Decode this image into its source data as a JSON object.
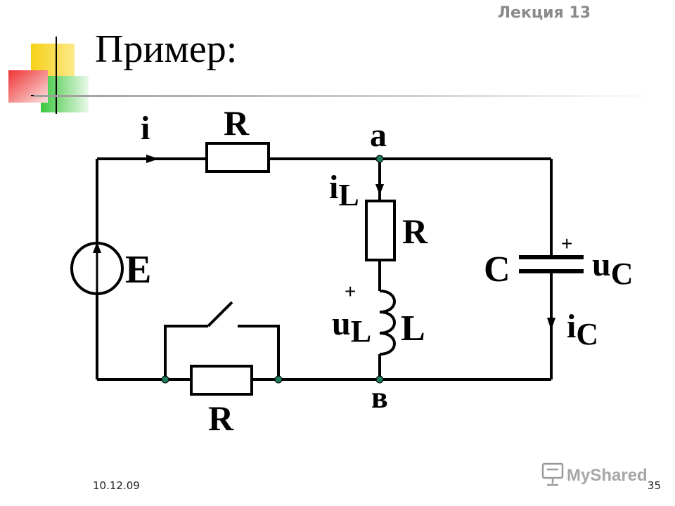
{
  "slide": {
    "header": "Лекция 13",
    "title": "Пример:",
    "date": "10.12.09",
    "page_number": "35",
    "watermark": "MyShared"
  },
  "diagram": {
    "current_i": "i",
    "resistor_top": "R",
    "node_a": "a",
    "current_iL_main": "i",
    "current_iL_sub": "L",
    "resistor_middle": "R",
    "inductor_plus": "+",
    "voltage_uL_main": "u",
    "voltage_uL_sub": "L",
    "inductor": "L",
    "capacitor": "C",
    "capacitor_plus": "+",
    "voltage_uC_main": "u",
    "voltage_uC_sub": "C",
    "current_iC_main": "i",
    "current_iC_sub": "C",
    "source": "E",
    "node_b": "в",
    "resistor_bottom": "R"
  },
  "colors": {
    "wire": "#000000",
    "deco_yellow": "#f7d117",
    "deco_green": "#3cc83c",
    "deco_red": "#ee3333"
  },
  "icons": {
    "watermark_icon": "presentation-board-icon"
  }
}
